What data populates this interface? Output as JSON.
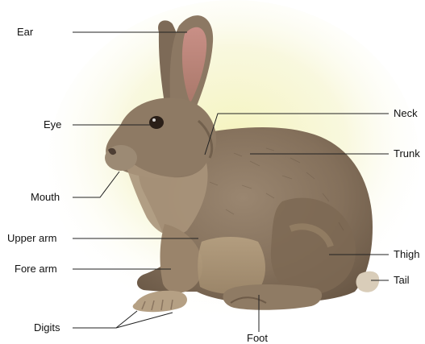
{
  "labels": {
    "ear": "Ear",
    "eye": "Eye",
    "mouth": "Mouth",
    "upper_arm": "Upper arm",
    "fore_arm": "Fore arm",
    "digits": "Digits",
    "neck": "Neck",
    "trunk": "Trunk",
    "thigh": "Thigh",
    "tail": "Tail",
    "foot": "Foot"
  },
  "colors": {
    "background_glow": "#f2f1b0",
    "fur_main": "#8a7560",
    "fur_dark": "#6a5846",
    "fur_light": "#c9b393",
    "ear_inner": "#d39a8d",
    "leader_line": "#222222"
  }
}
